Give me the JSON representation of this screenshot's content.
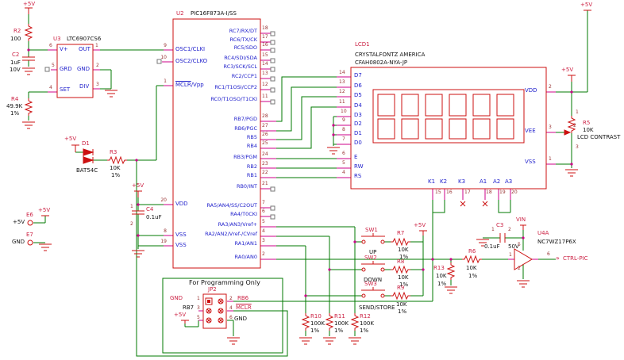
{
  "colors": {
    "component_red": "#cc1111",
    "wire_green": "#007a00",
    "pin_magenta": "#cc0088",
    "pin_name_blue": "#2222cc",
    "pin_number_maroon": "#993333",
    "ref_red": "#cc2244",
    "label_black": "#111111"
  },
  "power": {
    "p5v": "+5V",
    "gnd": "GND",
    "vin": "VIN"
  },
  "u3": {
    "ref": "U3",
    "part": "LTC6907CS6",
    "pin_vplus_num": "6",
    "pin_vplus": "V+",
    "pin_grd_num": "5",
    "pin_grd": "GRD",
    "pin_set_num": "4",
    "pin_set": "SET",
    "pin_out_num": "1",
    "pin_out": "OUT",
    "pin_gnd_num": "2",
    "pin_gnd": "GND",
    "pin_div_num": "3",
    "pin_div": "DIV"
  },
  "u2": {
    "ref": "U2",
    "part": "PIC16F873A-I/SS",
    "left_pins": [
      {
        "num": "9",
        "name": "OSC1/CLKI"
      },
      {
        "num": "10",
        "name": "OSC2/CLKO"
      },
      {
        "num": "1",
        "name_ov": "MCLR",
        "name_rest": "/Vpp"
      },
      {
        "num": "20",
        "name": "VDD"
      },
      {
        "num": "8",
        "name": "VSS"
      },
      {
        "num": "19",
        "name": "VSS"
      }
    ],
    "right_pins": [
      {
        "num": "18",
        "name": "RC7/RX/DT"
      },
      {
        "num": "17",
        "name": "RC6/TX/CK"
      },
      {
        "num": "16",
        "name": "RC5/SDO"
      },
      {
        "num": "15",
        "name": "RC4/SDI/SDA"
      },
      {
        "num": "14",
        "name": "RC3/SCK/SCL"
      },
      {
        "num": "13",
        "name": "RC2/CCP1"
      },
      {
        "num": "12",
        "name": "RC1/T1OSI/CCP2"
      },
      {
        "num": "11",
        "name": "RC0/T1OSO/T1CKI"
      },
      {
        "num": "28",
        "name": "RB7/PGD"
      },
      {
        "num": "27",
        "name": "RB6/PGC"
      },
      {
        "num": "26",
        "name": "RB5"
      },
      {
        "num": "25",
        "name": "RB4"
      },
      {
        "num": "24",
        "name": "RB3/PGM"
      },
      {
        "num": "23",
        "name": "RB2"
      },
      {
        "num": "22",
        "name": "RB1"
      },
      {
        "num": "21",
        "name": "RB0/INT"
      },
      {
        "num": "7",
        "name": "RA5/AN4/SS/C2OUT"
      },
      {
        "num": "6",
        "name": "RA4/T0CKI"
      },
      {
        "num": "5",
        "name": "RA3/AN3/Vref+"
      },
      {
        "num": "4",
        "name": "RA2/AN2/Vref-/CVref"
      },
      {
        "num": "3",
        "name": "RA1/AN1"
      },
      {
        "num": "2",
        "name": "RA0/AN0"
      }
    ]
  },
  "lcd": {
    "ref": "LCD1",
    "maker": "CRYSTALFONTZ AMERICA",
    "part": "CFAH0802A-NYA-JP",
    "left_pins": [
      {
        "num": "14",
        "name": "D7"
      },
      {
        "num": "13",
        "name": "D6"
      },
      {
        "num": "12",
        "name": "D5"
      },
      {
        "num": "11",
        "name": "D4"
      },
      {
        "num": "10",
        "name": "D3"
      },
      {
        "num": "9",
        "name": "D2"
      },
      {
        "num": "8",
        "name": "D1"
      },
      {
        "num": "7",
        "name": "D0"
      },
      {
        "num": "6",
        "name": "E"
      },
      {
        "num": "5",
        "name": "RW"
      },
      {
        "num": "4",
        "name": "RS"
      }
    ],
    "right_pins": [
      {
        "num": "2",
        "name": "VDD"
      },
      {
        "num": "3",
        "name": "VEE"
      },
      {
        "num": "1",
        "name": "VSS"
      }
    ],
    "bottom_pins": [
      {
        "num": "15",
        "name": "K1"
      },
      {
        "num": "16",
        "name": "K2"
      },
      {
        "num": "17",
        "name": "K3"
      },
      {
        "num": "18",
        "name": "A1"
      },
      {
        "num": "19",
        "name": "A2"
      },
      {
        "num": "20",
        "name": "A3"
      }
    ]
  },
  "u4": {
    "ref": "U4A",
    "part": "NC7WZ17P6X",
    "pin_in": "1",
    "pin_vcc": "5",
    "pin_out": "6",
    "pin_gnd": "2",
    "out_arrow": "»",
    "out_label": "CTRL-PIC"
  },
  "jp2": {
    "ref": "JP2",
    "note": "For Programming Only",
    "nums": [
      "1",
      "2",
      "3",
      "4",
      "5",
      "6"
    ],
    "lbl_gnd1": "GND",
    "lbl_rb6": "RB6",
    "lbl_rb7": "RB7",
    "lbl_mclr": "MCLR",
    "lbl_5v": "+5V",
    "lbl_gnd6": "GND"
  },
  "r2": {
    "ref": "R2",
    "value": "100"
  },
  "r3": {
    "ref": "R3",
    "value": "10K",
    "tol": "1%"
  },
  "r4": {
    "ref": "R4",
    "value": "49.9K",
    "tol": "1%"
  },
  "r5": {
    "ref": "R5",
    "value": "10K",
    "label": "LCD CONTRAST",
    "p1": "1",
    "p2": "2",
    "p3": "3"
  },
  "r6": {
    "ref": "R6",
    "value": "10K",
    "tol": "1%"
  },
  "r7": {
    "ref": "R7",
    "value": "10K",
    "tol": "1%"
  },
  "r8": {
    "ref": "R8",
    "value": "10K",
    "tol": "1%"
  },
  "r9": {
    "ref": "R9",
    "value": "10K",
    "tol": "1%"
  },
  "r10": {
    "ref": "R10",
    "value": "100K",
    "tol": "1%"
  },
  "r11": {
    "ref": "R11",
    "value": "100K",
    "tol": "1%"
  },
  "r12": {
    "ref": "R12",
    "value": "100K",
    "tol": "1%"
  },
  "r13": {
    "ref": "R13",
    "value": "10K",
    "tol": "1%"
  },
  "c2": {
    "ref": "C2",
    "value": "1uF",
    "volt": "10V"
  },
  "c3": {
    "ref": "C3",
    "value": "0.1uF",
    "volt": "50V",
    "p1": "1",
    "p2": "2"
  },
  "c4": {
    "ref": "C4",
    "value": "0.1uF",
    "p1": "1",
    "p2": "2"
  },
  "d1": {
    "ref": "D1",
    "part": "BAT54C"
  },
  "sw1": {
    "ref": "SW1",
    "label": "UP"
  },
  "sw2": {
    "ref": "SW2",
    "label": "DOWN"
  },
  "sw3": {
    "ref": "SW3",
    "label": "SEND/STORE"
  },
  "e6": {
    "ref": "E6",
    "label": "+5V"
  },
  "e7": {
    "ref": "E7",
    "label": "GND"
  }
}
